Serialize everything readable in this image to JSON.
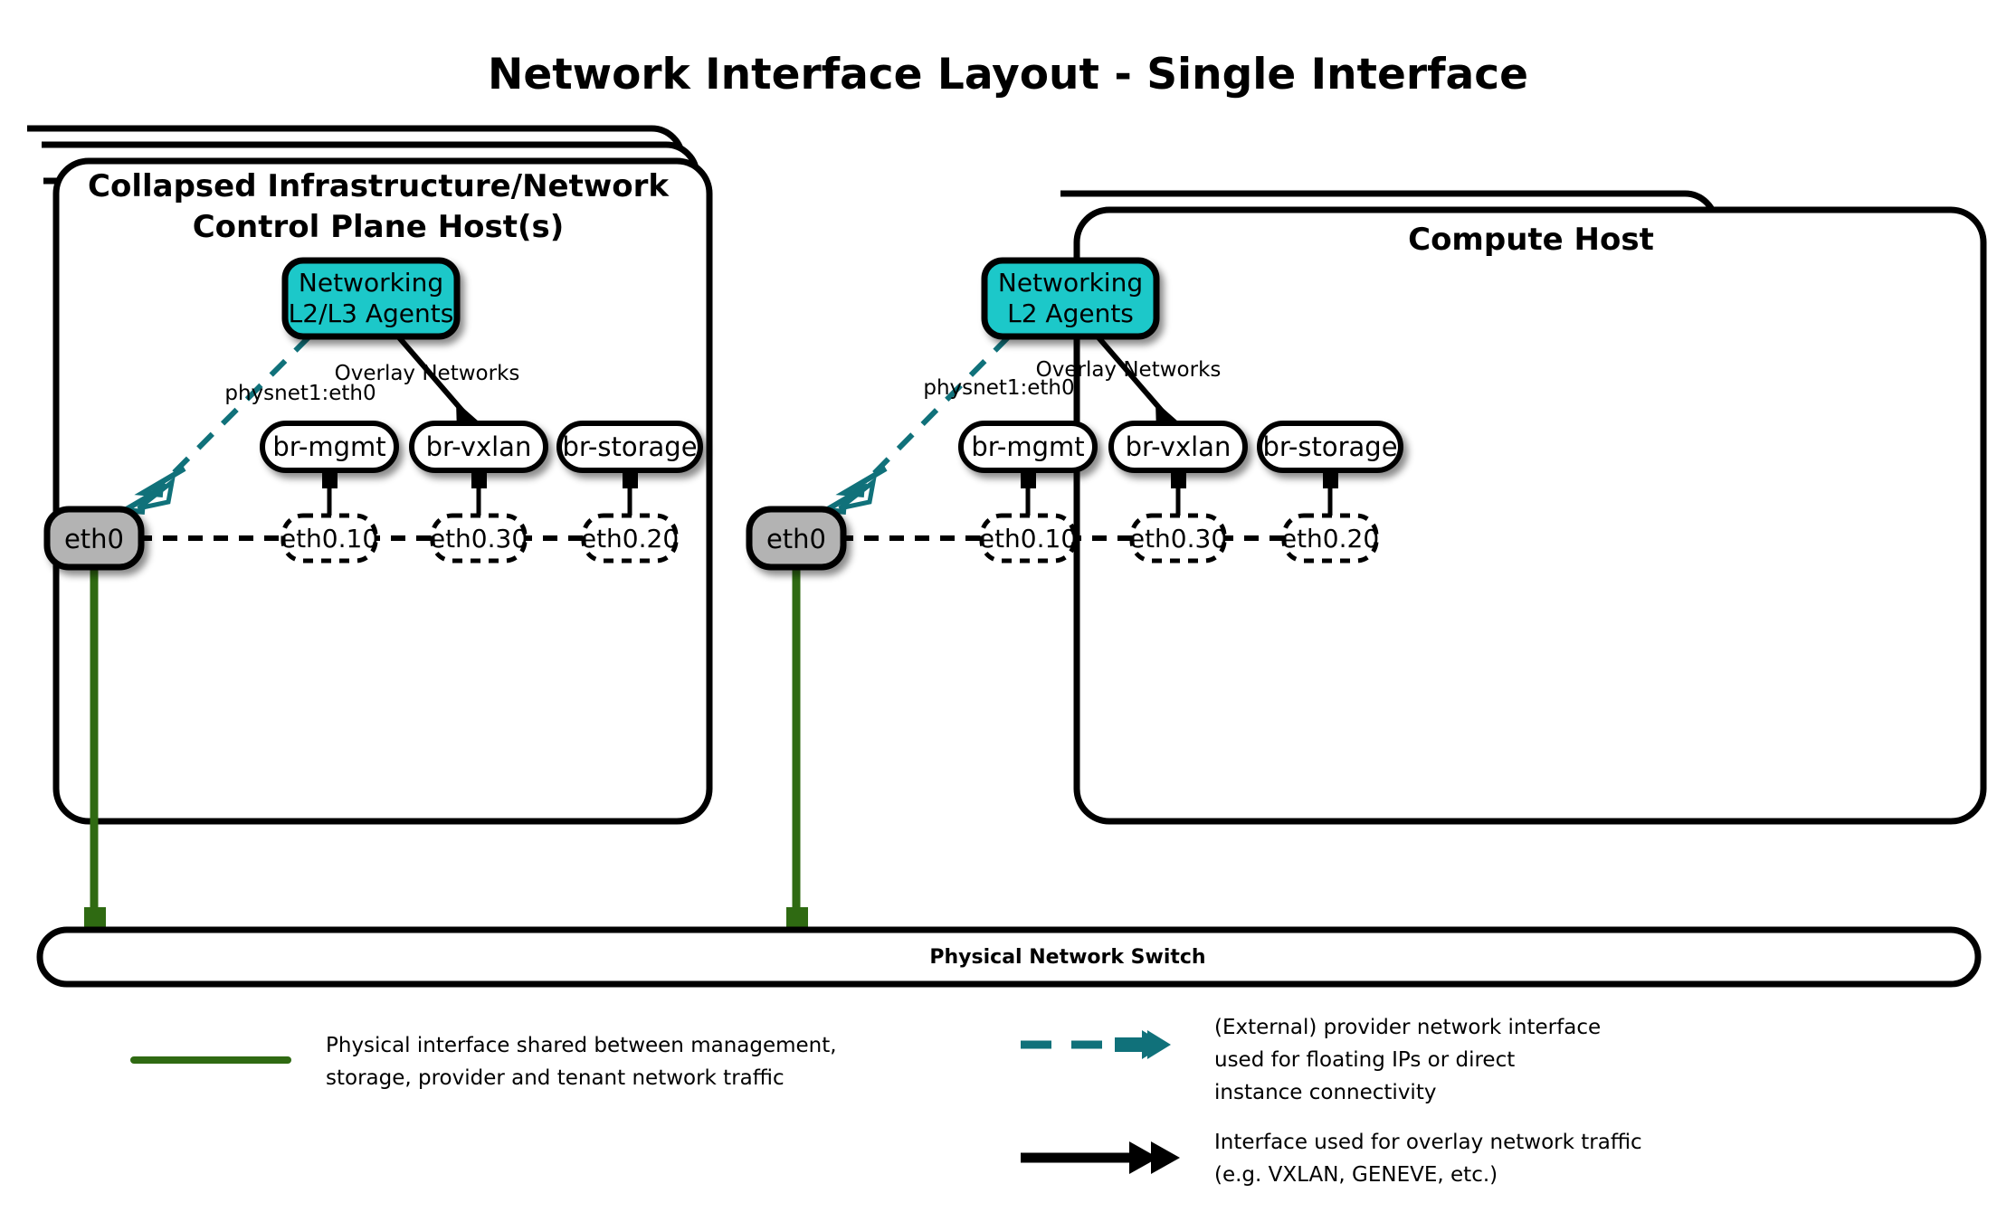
{
  "title": "Network Interface Layout - Single Interface",
  "colors": {
    "agent_fill": "#1fc8c9",
    "eth_fill": "#b3b3b3",
    "provider_teal": "#10717a",
    "physical_green": "#2f6a12",
    "stroke_black": "#000000",
    "background": "#ffffff"
  },
  "hosts": [
    {
      "id": "control-plane-host",
      "title_line1": "Collapsed Infrastructure/Network",
      "title_line2": "Control Plane Host(s)",
      "stack_layers": 3,
      "agent": {
        "line1": "Networking",
        "line2": "L2/L3 Agents"
      },
      "edges": {
        "provider_label": "physnet1:eth0",
        "overlay_label": "Overlay Networks"
      },
      "physical_interface": "eth0",
      "bridges": [
        {
          "bridge": "br-mgmt",
          "vlan": "eth0.10"
        },
        {
          "bridge": "br-vxlan",
          "vlan": "eth0.30"
        },
        {
          "bridge": "br-storage",
          "vlan": "eth0.20"
        }
      ]
    },
    {
      "id": "compute-host",
      "title_line1": "Compute Host",
      "title_line2": "",
      "stack_layers": 2,
      "agent": {
        "line1": "Networking",
        "line2": "L2 Agents"
      },
      "edges": {
        "provider_label": "physnet1:eth0",
        "overlay_label": "Overlay Networks"
      },
      "physical_interface": "eth0",
      "bridges": [
        {
          "bridge": "br-mgmt",
          "vlan": "eth0.10"
        },
        {
          "bridge": "br-vxlan",
          "vlan": "eth0.30"
        },
        {
          "bridge": "br-storage",
          "vlan": "eth0.20"
        }
      ]
    }
  ],
  "switch": {
    "label": "Physical Network Switch"
  },
  "legend": [
    {
      "id": "physical-interface",
      "style": "solid-green",
      "lines": [
        "Physical interface shared between management,",
        "storage, provider and tenant network traffic"
      ]
    },
    {
      "id": "provider-interface",
      "style": "dashed-teal-arrow",
      "lines": [
        "(External) provider network interface",
        "used for floating IPs or direct",
        "instance connectivity"
      ]
    },
    {
      "id": "overlay-interface",
      "style": "solid-black-arrow",
      "lines": [
        "Interface used for overlay network traffic",
        "(e.g. VXLAN, GENEVE, etc.)"
      ]
    }
  ]
}
